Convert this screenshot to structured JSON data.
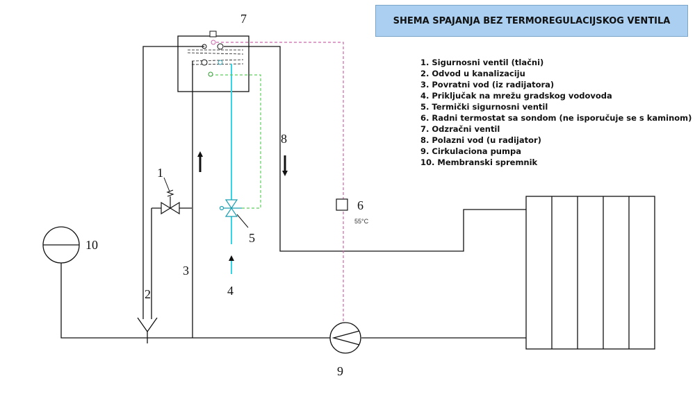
{
  "title": "SHEMA SPAJANJA BEZ TERMOREGULACIJSKOG VENTILA",
  "legend": [
    "1. Sigurnosni ventil (tlačni)",
    "2. Odvod u kanalizaciju",
    "3. Povratni vod (iz radijatora)",
    "4. Priključak na mrežu gradskog vodovoda",
    "5. Termički sigurnosni ventil",
    "6. Radni termostat sa sondom (ne isporučuje se s kaminom)",
    "7. Odzračni ventil",
    "8. Polazni vod (u radijator)",
    "9. Cirkulaciona pumpa",
    "10. Membranski spremnik"
  ],
  "labels": {
    "n1": "1",
    "n2": "2",
    "n3": "3",
    "n4": "4",
    "n5": "5",
    "n6": "6",
    "n7": "7",
    "n8": "8",
    "n9": "9",
    "n10": "10",
    "temp": "55°C"
  },
  "colors": {
    "line": "#111111",
    "water": "#33d6e6",
    "sensor_line": "#cc66aa",
    "bypass_line": "#5ccf5c",
    "title_bg": "#aacff0"
  }
}
